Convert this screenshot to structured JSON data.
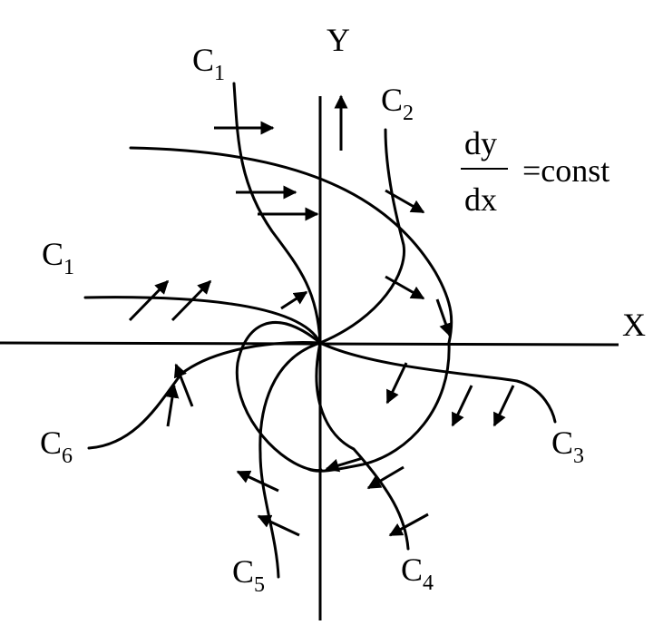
{
  "axes": {
    "x_label": "X",
    "y_label": "Y"
  },
  "equation": {
    "numerator": "dy",
    "denominator": "dx",
    "rhs": "=const"
  },
  "curve_labels": [
    {
      "id": "c1-top",
      "letter": "C",
      "index": "1"
    },
    {
      "id": "c1-left",
      "letter": "C",
      "index": "1"
    },
    {
      "id": "c2",
      "letter": "C",
      "index": "2"
    },
    {
      "id": "c3",
      "letter": "C",
      "index": "3"
    },
    {
      "id": "c4",
      "letter": "C",
      "index": "4"
    },
    {
      "id": "c5",
      "letter": "C",
      "index": "5"
    },
    {
      "id": "c6",
      "letter": "C",
      "index": "6"
    }
  ],
  "colors": {
    "ink": "#000000",
    "background": "#ffffff"
  }
}
